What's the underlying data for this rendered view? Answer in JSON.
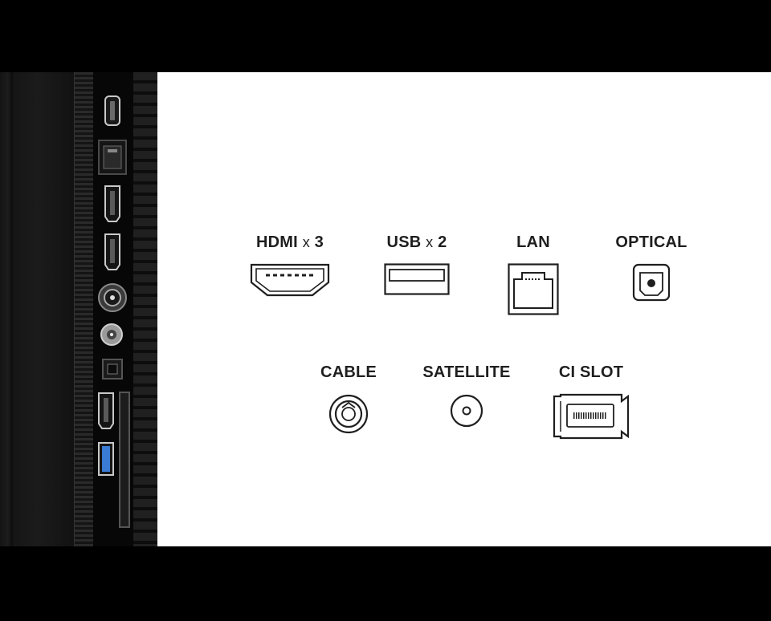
{
  "connectors": {
    "hdmi": {
      "label": "HDMI",
      "sep": "x",
      "count": "3",
      "icon": "hdmi-port-icon"
    },
    "usb": {
      "label": "USB",
      "sep": "x",
      "count": "2",
      "icon": "usb-port-icon"
    },
    "lan": {
      "label": "LAN",
      "icon": "lan-port-icon"
    },
    "optical": {
      "label": "OPTICAL",
      "icon": "optical-port-icon"
    },
    "cable": {
      "label": "CABLE",
      "icon": "cable-port-icon"
    },
    "satellite": {
      "label": "SATELLITE",
      "icon": "satellite-port-icon"
    },
    "ci_slot": {
      "label": "CI SLOT",
      "icon": "ci-slot-icon"
    }
  },
  "colors": {
    "panel_bg": "#ffffff",
    "icon_stroke": "#1f1f1f",
    "letterbox": "#000000",
    "usb_accent": "#3a7bd5"
  }
}
